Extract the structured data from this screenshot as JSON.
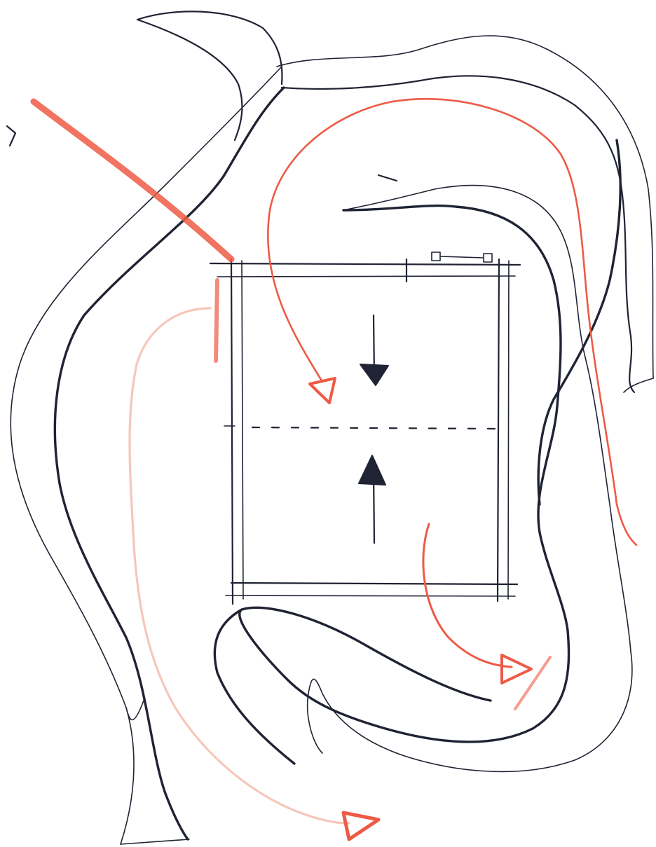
{
  "sketch": {
    "ink_color": "#1f2333",
    "red_color": "#ee5a45",
    "pale_red_color": "#f2a08c",
    "background": "#ffffff",
    "elements": {
      "paths": [
        "outer-path-left",
        "outer-path-top",
        "inner-path-right",
        "inner-path-bottom"
      ],
      "building": [
        "plan-rectangle",
        "center-dashed-line",
        "arrow-down",
        "arrow-up"
      ],
      "flows": [
        "flow-entry-diagonal",
        "flow-arc-top",
        "flow-left-long",
        "flow-bottom-right"
      ]
    }
  }
}
